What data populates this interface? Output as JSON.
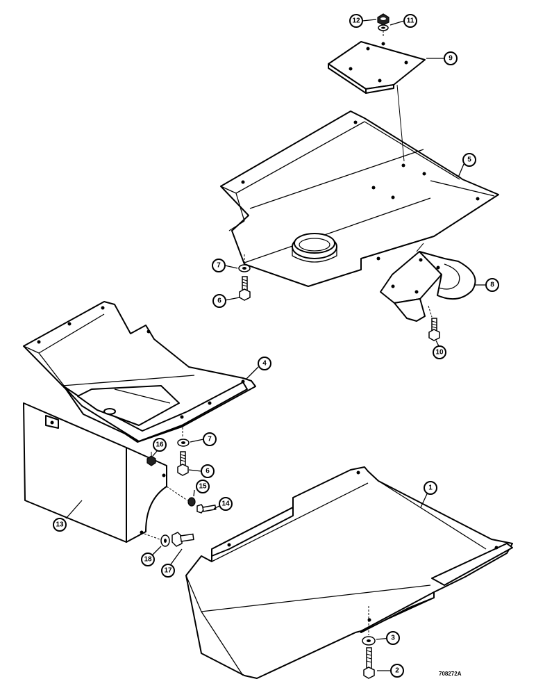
{
  "figure": {
    "drawing_number": "708272A",
    "callouts": [
      {
        "id": "c1",
        "label": "1"
      },
      {
        "id": "c2",
        "label": "2"
      },
      {
        "id": "c3",
        "label": "3"
      },
      {
        "id": "c4",
        "label": "4"
      },
      {
        "id": "c5",
        "label": "5"
      },
      {
        "id": "c6a",
        "label": "6"
      },
      {
        "id": "c6b",
        "label": "6"
      },
      {
        "id": "c7a",
        "label": "7"
      },
      {
        "id": "c7b",
        "label": "7"
      },
      {
        "id": "c8",
        "label": "8"
      },
      {
        "id": "c9",
        "label": "9"
      },
      {
        "id": "c10",
        "label": "10"
      },
      {
        "id": "c11",
        "label": "11"
      },
      {
        "id": "c12",
        "label": "12"
      },
      {
        "id": "c13",
        "label": "13"
      },
      {
        "id": "c14",
        "label": "14"
      },
      {
        "id": "c15",
        "label": "15"
      },
      {
        "id": "c16",
        "label": "16"
      },
      {
        "id": "c17",
        "label": "17"
      },
      {
        "id": "c18",
        "label": "18"
      }
    ]
  }
}
